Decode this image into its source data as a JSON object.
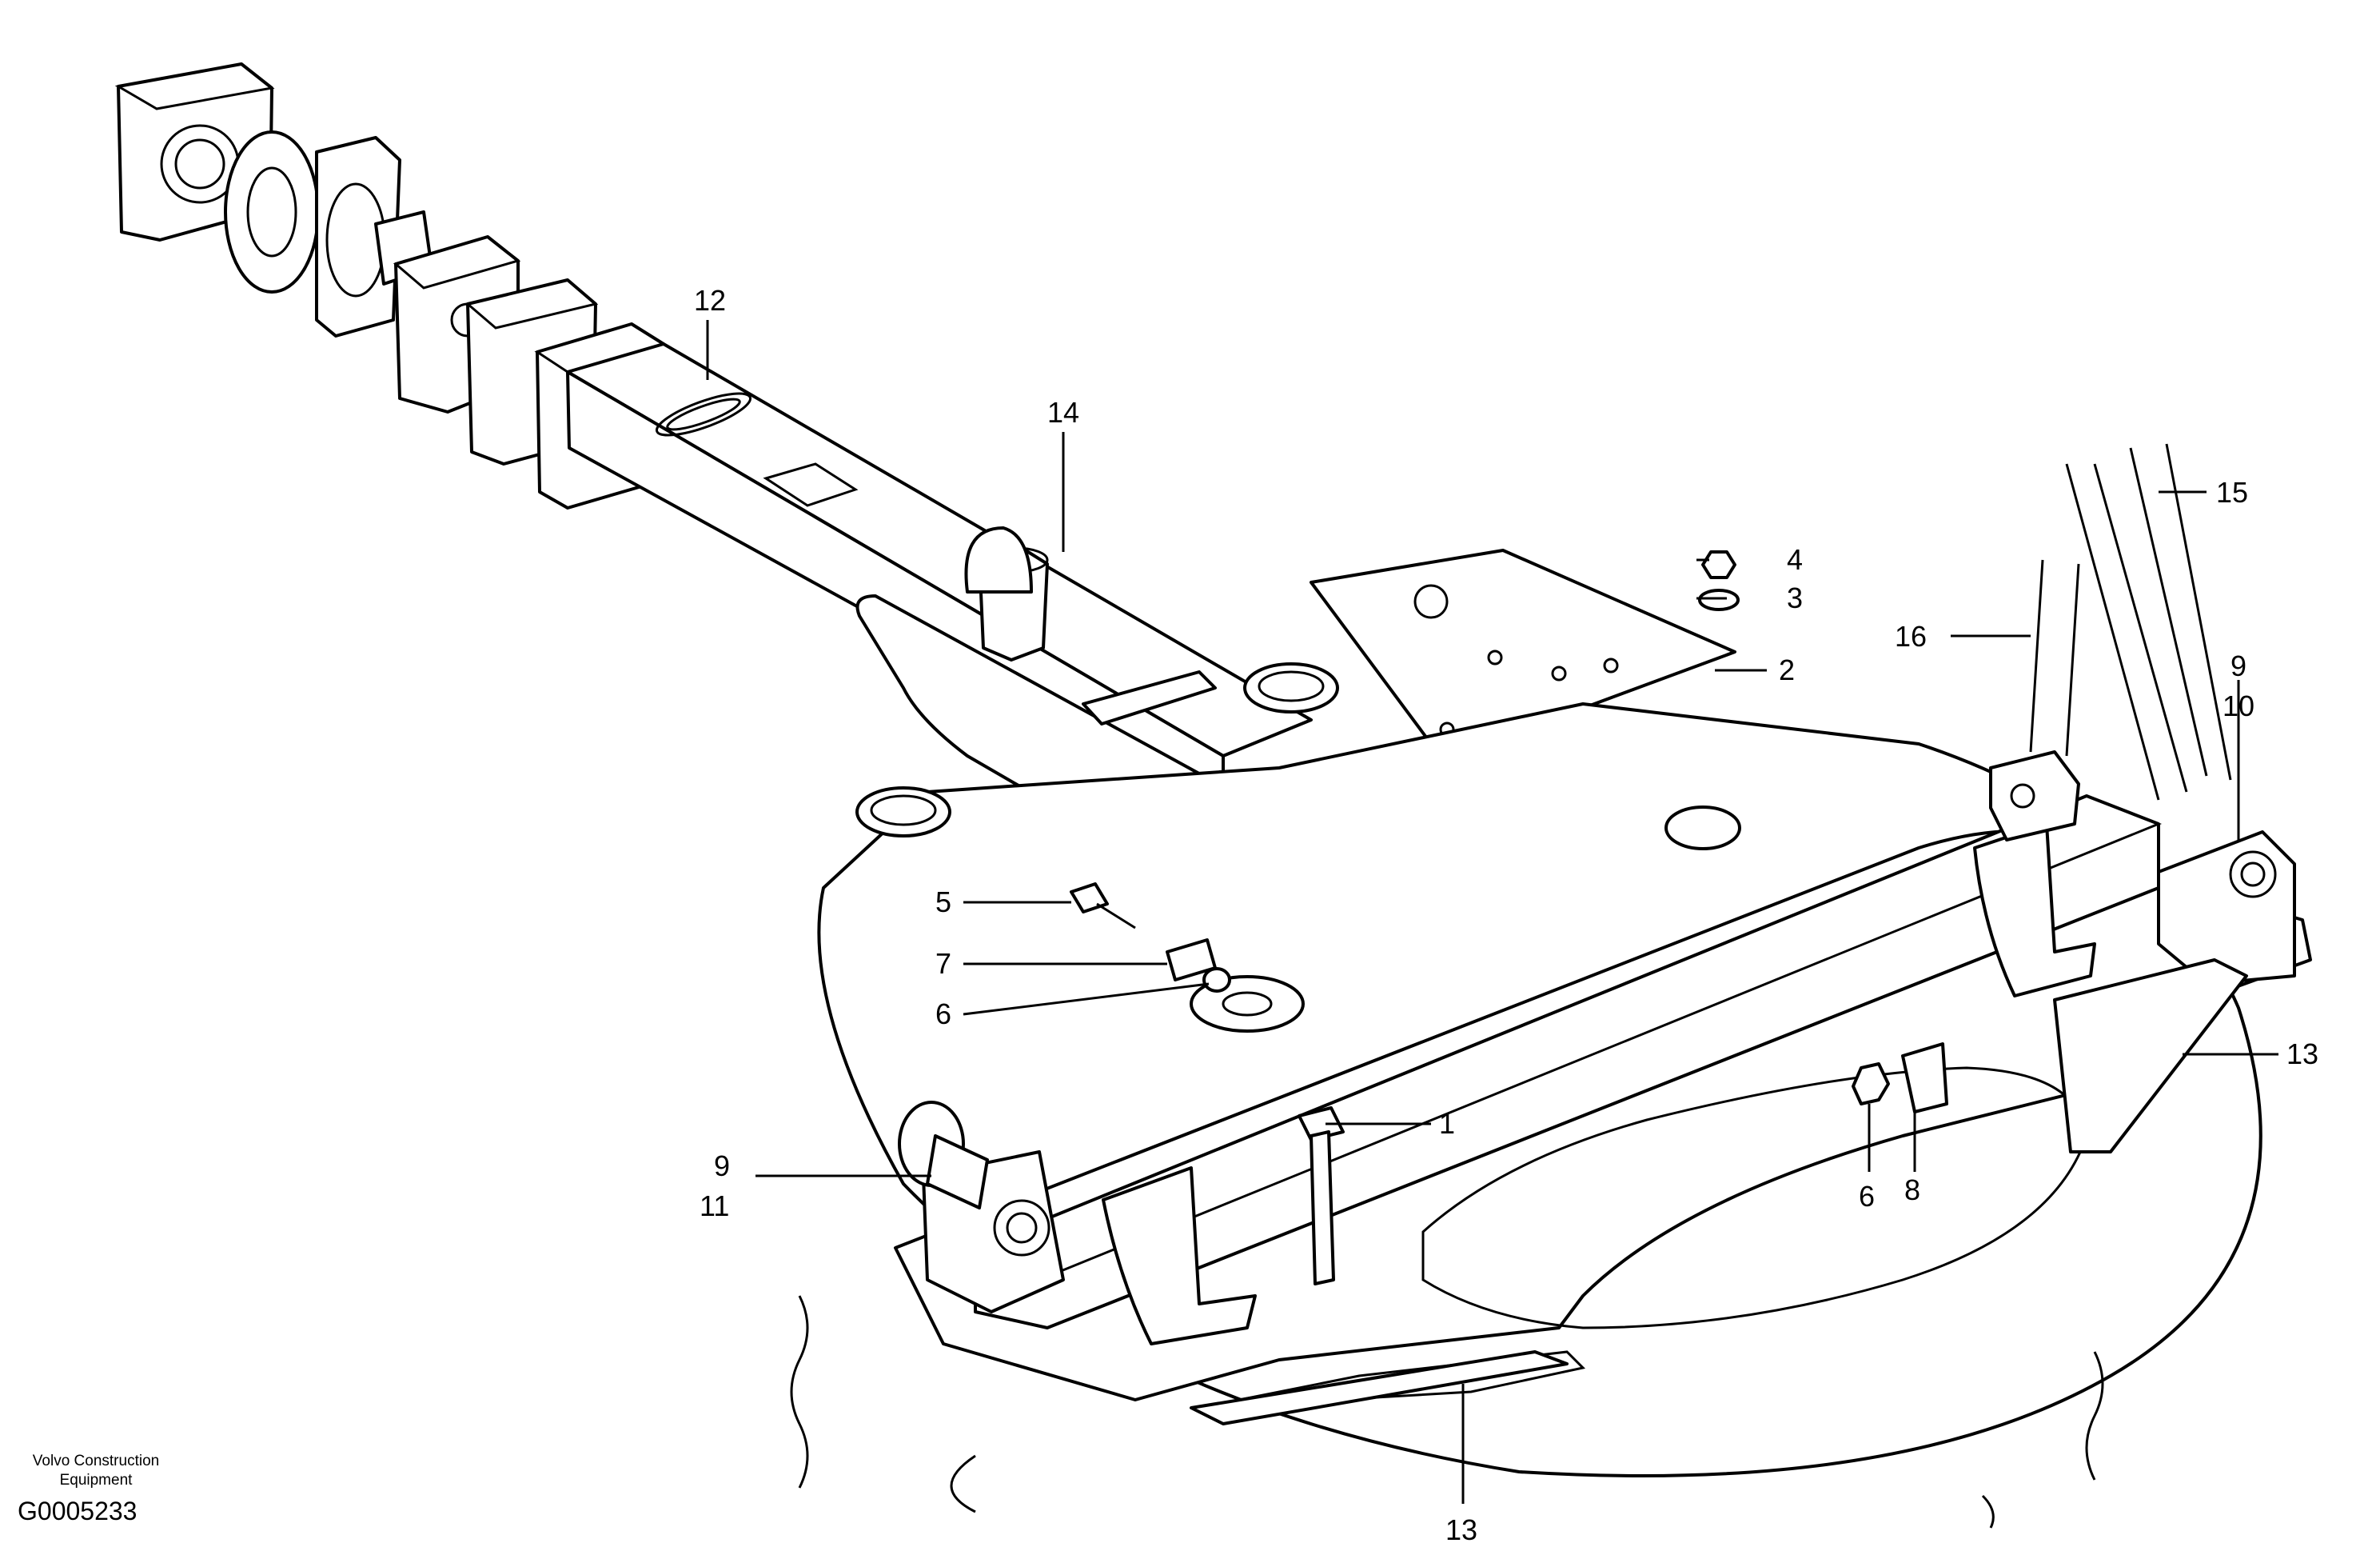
{
  "drawing": {
    "part_labels": [
      "12",
      "14",
      "15",
      "4",
      "3",
      "2",
      "16",
      "9",
      "10",
      "5",
      "7",
      "6",
      "1",
      "13",
      "9",
      "11",
      "6",
      "8",
      "13"
    ]
  },
  "footer": {
    "company_line1": "Volvo Construction",
    "company_line2": "Equipment",
    "drawing_code": "G0005233"
  }
}
